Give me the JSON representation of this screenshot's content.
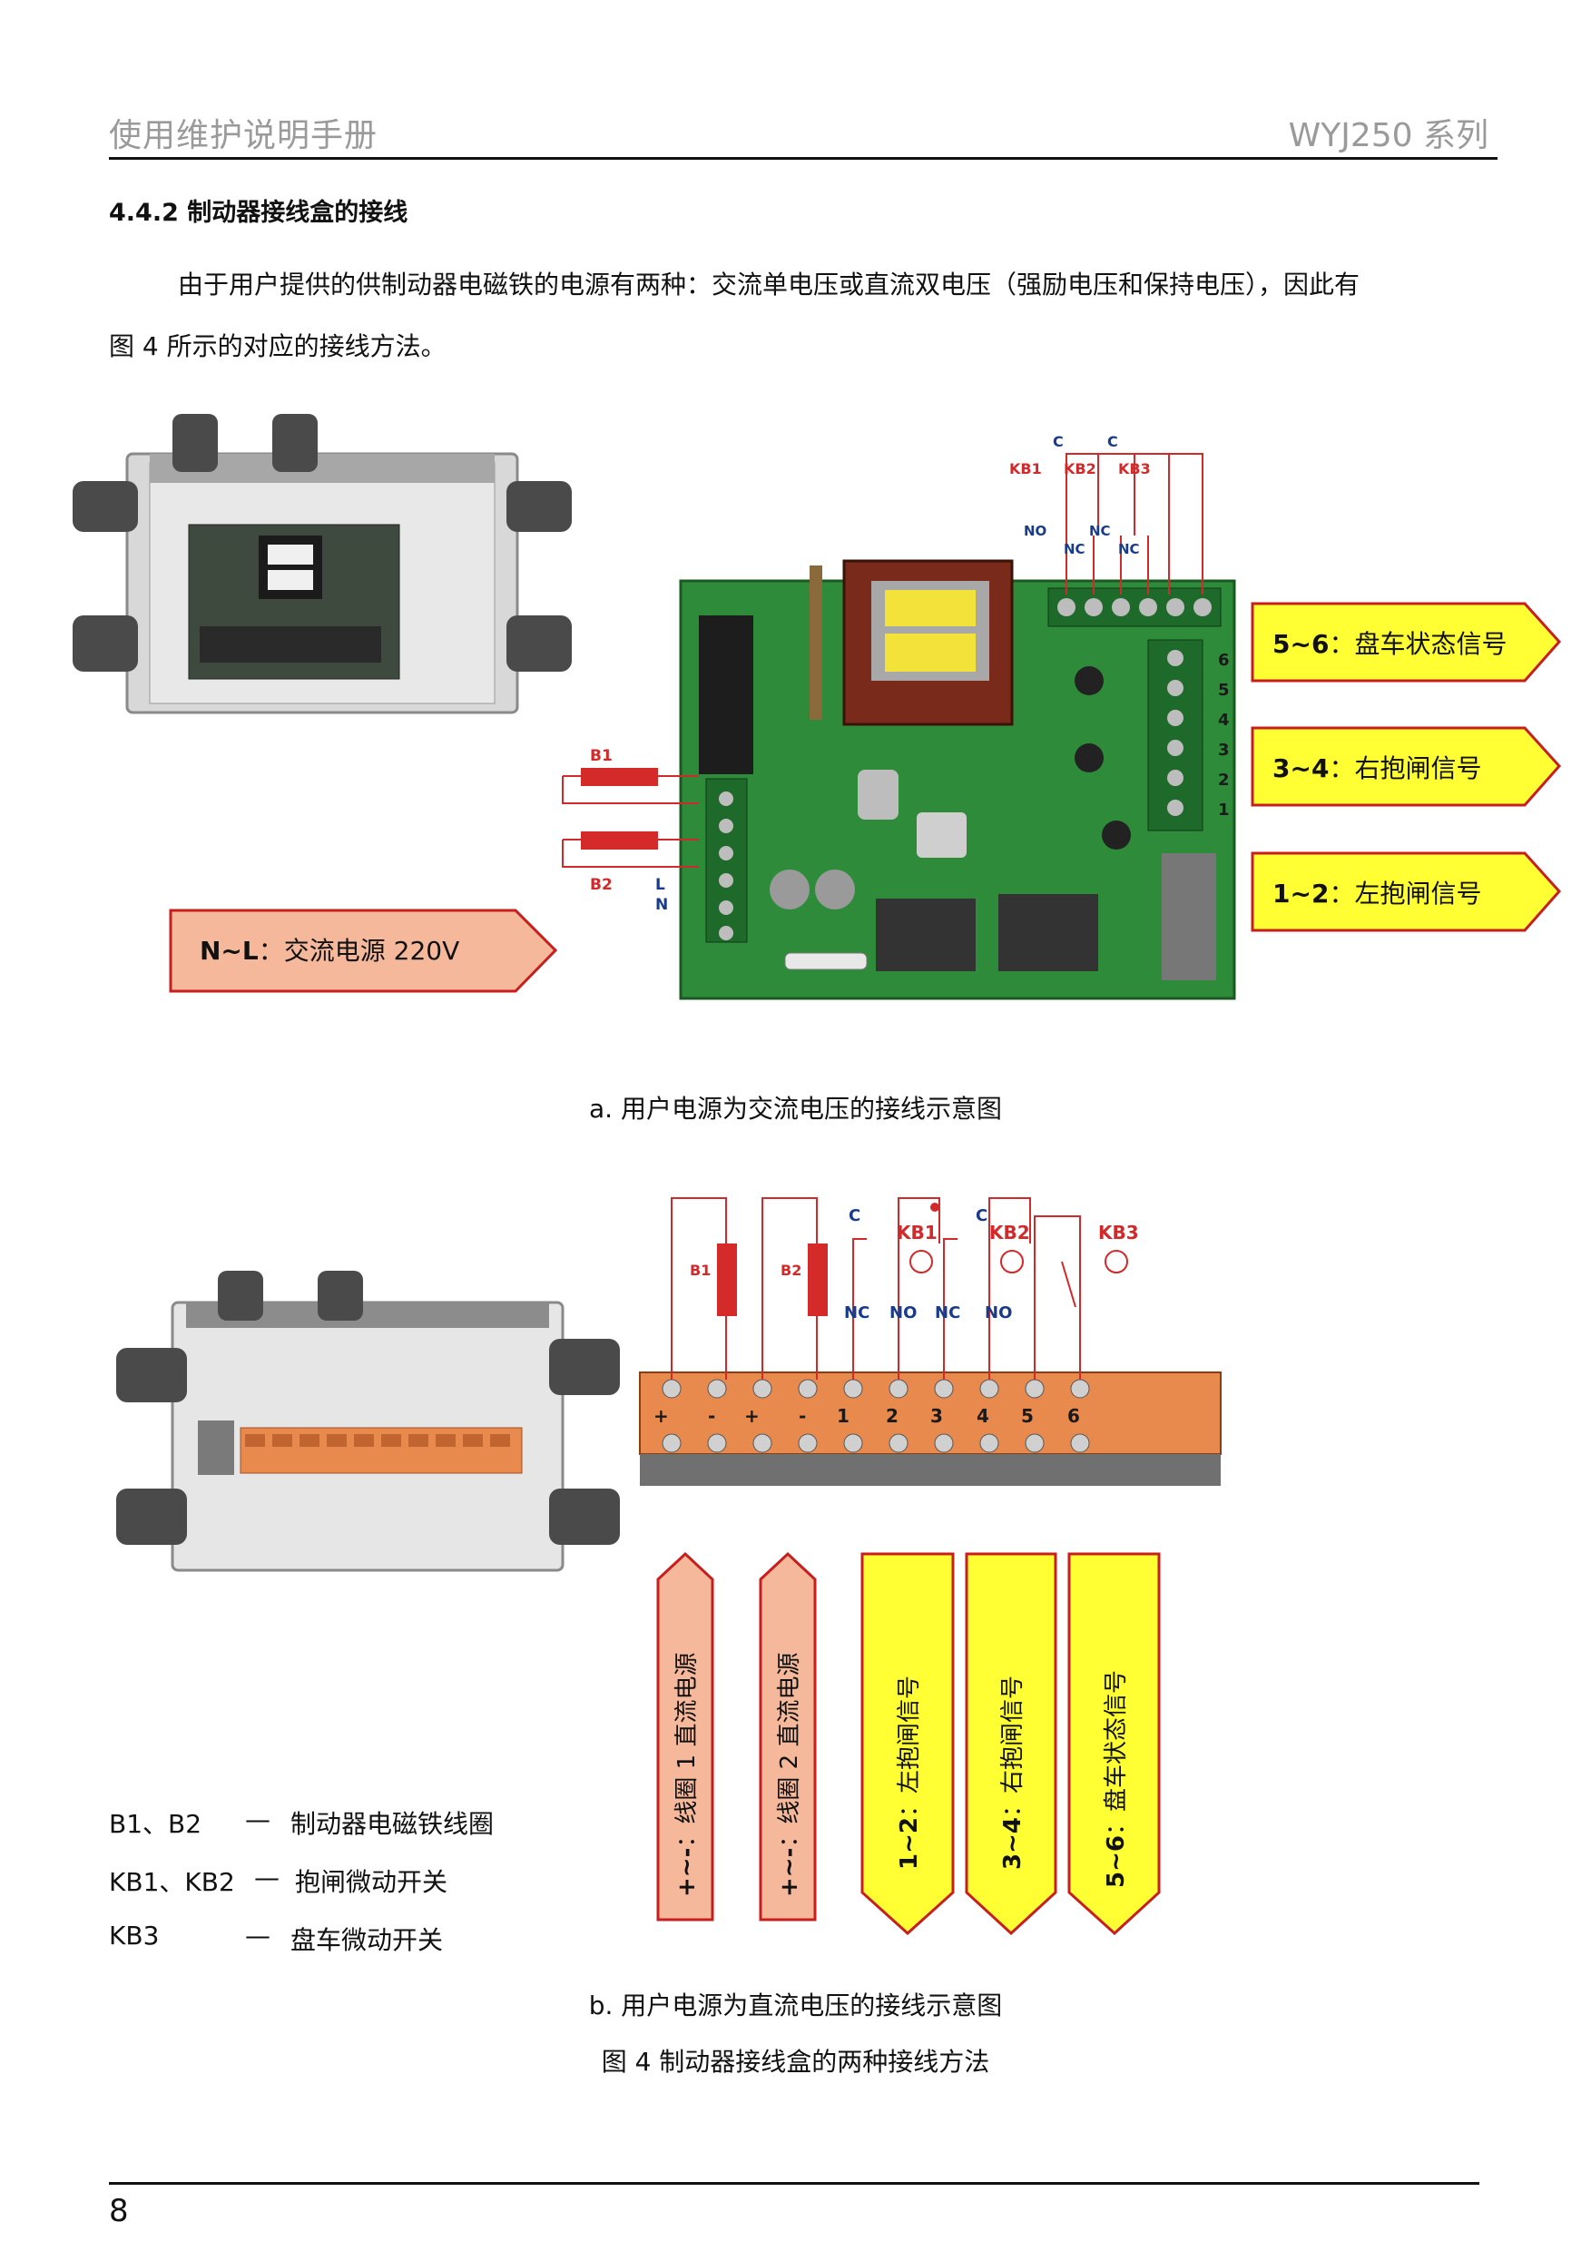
{
  "header": {
    "left": "使用维护说明手册",
    "right": "WYJ250 系列"
  },
  "section": {
    "title": "4.4.2  制动器接线盒的接线",
    "para_line1": "由于用户提供的供制动器电磁铁的电源有两种：交流单电压或直流双电压（强励电压和保持电压），因此有",
    "para_line2": "图 4 所示的对应的接线方法。"
  },
  "figure_a": {
    "caption": "a. 用户电源为交流电压的接线示意图",
    "callouts": {
      "c56_key": "5~6",
      "c56_val": "盘车状态信号",
      "c34_key": "3~4",
      "c34_val": "右抱闸信号",
      "c12_key": "1~2",
      "c12_val": "左抱闸信号",
      "nl_key": "N~L",
      "nl_val": "交流电源 220V"
    },
    "labels": {
      "B1": "B1",
      "B2": "B2",
      "L": "L",
      "N": "N",
      "KB1": "KB1",
      "KB2": "KB2",
      "KB3": "KB3",
      "C": "C",
      "NO": "NO",
      "NC": "NC",
      "pins": [
        "6",
        "5",
        "4",
        "3",
        "2",
        "1"
      ]
    }
  },
  "figure_b": {
    "caption": "b. 用户电源为直流电压的接线示意图",
    "labels": {
      "B1": "B1",
      "B2": "B2",
      "KB1": "KB1",
      "KB2": "KB2",
      "KB3": "KB3",
      "C": "C",
      "NC": "NC",
      "NO": "NO",
      "terms": [
        "+",
        "-",
        "+",
        "-",
        "1",
        "2",
        "3",
        "4",
        "5",
        "6"
      ]
    },
    "arrows_up": [
      {
        "key": "+~-",
        "val": "线圈 1 直流电源"
      },
      {
        "key": "+~-",
        "val": "线圈 2 直流电源"
      }
    ],
    "arrows_down": [
      {
        "key": "1~2",
        "val": "左抱闸信号"
      },
      {
        "key": "3~4",
        "val": "右抱闸信号"
      },
      {
        "key": "5~6",
        "val": "盘车状态信号"
      }
    ]
  },
  "legend": [
    {
      "term": "B1、B2",
      "dash": "—",
      "desc": "制动器电磁铁线圈"
    },
    {
      "term": "KB1、KB2",
      "dash": "—",
      "desc": "抱闸微动开关"
    },
    {
      "term": "KB3",
      "dash": "—",
      "desc": "盘车微动开关"
    }
  ],
  "figure_caption": "图 4  制动器接线盒的两种接线方法",
  "page_number": "8",
  "colors": {
    "pcb_green": "#2e8b3a",
    "callout_yellow": "#ffff33",
    "callout_salmon": "#f5b89a",
    "wire_red": "#d22a2a",
    "terminal_orange": "#e8894e"
  }
}
